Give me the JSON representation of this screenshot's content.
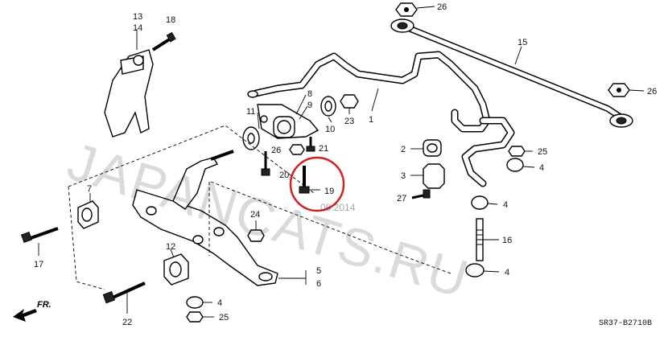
{
  "diagram": {
    "drawing_code": "SR37-B2710B",
    "direction_label": "FR.",
    "watermark": "JAPANCATS.RU",
    "watermark_date": "08.2014",
    "callouts": [
      {
        "id": "c1",
        "label": "1"
      },
      {
        "id": "c2",
        "label": "2"
      },
      {
        "id": "c3",
        "label": "3"
      },
      {
        "id": "c4a",
        "label": "4"
      },
      {
        "id": "c4b",
        "label": "4"
      },
      {
        "id": "c4c",
        "label": "4"
      },
      {
        "id": "c4d",
        "label": "4"
      },
      {
        "id": "c5",
        "label": "5"
      },
      {
        "id": "c6",
        "label": "6"
      },
      {
        "id": "c7",
        "label": "7"
      },
      {
        "id": "c8",
        "label": "8"
      },
      {
        "id": "c9",
        "label": "9"
      },
      {
        "id": "c10",
        "label": "10"
      },
      {
        "id": "c11",
        "label": "11"
      },
      {
        "id": "c12",
        "label": "12"
      },
      {
        "id": "c13",
        "label": "13"
      },
      {
        "id": "c14",
        "label": "14"
      },
      {
        "id": "c15",
        "label": "15"
      },
      {
        "id": "c16",
        "label": "16"
      },
      {
        "id": "c17",
        "label": "17"
      },
      {
        "id": "c18",
        "label": "18"
      },
      {
        "id": "c19",
        "label": "19"
      },
      {
        "id": "c20",
        "label": "20"
      },
      {
        "id": "c21",
        "label": "21"
      },
      {
        "id": "c22",
        "label": "22"
      },
      {
        "id": "c23",
        "label": "23"
      },
      {
        "id": "c24",
        "label": "24"
      },
      {
        "id": "c25a",
        "label": "25"
      },
      {
        "id": "c25b",
        "label": "25"
      },
      {
        "id": "c26a",
        "label": "26"
      },
      {
        "id": "c26b",
        "label": "26"
      },
      {
        "id": "c26c",
        "label": "26"
      },
      {
        "id": "c27",
        "label": "27"
      }
    ],
    "highlight_color": "#d42020"
  }
}
